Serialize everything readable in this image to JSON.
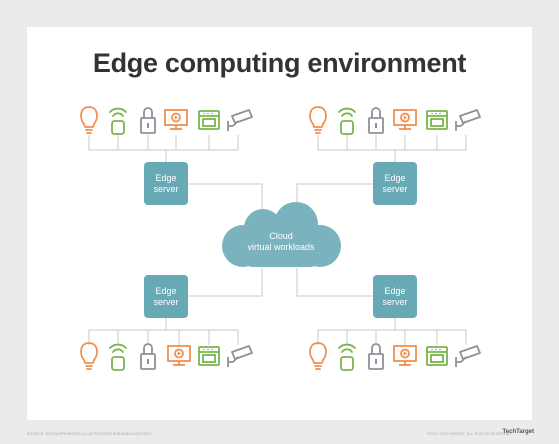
{
  "title": "Edge computing environment",
  "cloud": {
    "line1": "Cloud",
    "line2": "virtual workloads"
  },
  "servers": [
    {
      "line1": "Edge",
      "line2": "server"
    },
    {
      "line1": "Edge",
      "line2": "server"
    },
    {
      "line1": "Edge",
      "line2": "server"
    },
    {
      "line1": "Edge",
      "line2": "server"
    }
  ],
  "device_icons": [
    "lightbulb-icon",
    "wireless-sensor-icon",
    "lock-icon",
    "monitor-icon",
    "appliance-icon",
    "camera-icon"
  ],
  "colors": {
    "background": "#ebebeb",
    "card": "#ffffff",
    "title": "#333333",
    "server": "#67a9b5",
    "cloud": "#7ab3bd",
    "line": "#c8c8c8",
    "orange": "#f0904e",
    "green": "#78b44c",
    "gray": "#909099"
  },
  "footer": {
    "left": "SOURCE: NEVIO/OPERATING ILLUSTRATIONS SUBSEBLAGOSTOCK",
    "right": "©2021 TECHTARGET. ALL RIGHTS RESERVED",
    "brand": "TechTarget"
  }
}
